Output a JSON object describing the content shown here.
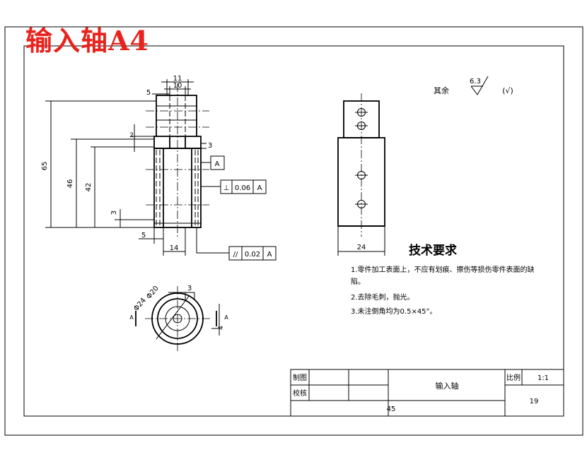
{
  "title": "输入轴A4",
  "dimensions": {
    "d11": "11",
    "d10": "10",
    "d5_top": "5",
    "d2": "2",
    "d3_right": "3",
    "d65": "65",
    "d46": "46",
    "d42": "42",
    "d3_left": "3",
    "d5_bottom": "5",
    "d14": "14",
    "d24": "24",
    "phi20": "Φ20",
    "phi24": "Φ24",
    "d3_section": "3",
    "d4": "4",
    "section_A_left": "A",
    "section_A_right": "A"
  },
  "tolerances": {
    "datum": "A",
    "perp_symbol": "⊥",
    "perp_value": "0.06",
    "perp_datum": "A",
    "para_symbol": "//",
    "para_value": "0.02",
    "para_datum": "A"
  },
  "roughness": {
    "label": "其余",
    "value": "6.3",
    "paren": "(√)"
  },
  "requirements": {
    "title": "技术要求",
    "items": [
      "1.零件加工表面上，不应有划痕、擦伤等损伤零件表面的缺",
      "陷。",
      "2.去除毛刺，抛光。",
      "3.未注倒角均为0.5×45°。"
    ]
  },
  "title_block": {
    "drawn_label": "制图",
    "checked_label": "校核",
    "part_name": "输入轴",
    "scale_label": "比例",
    "scale_value": "1:1",
    "number": "19",
    "material": "45"
  }
}
